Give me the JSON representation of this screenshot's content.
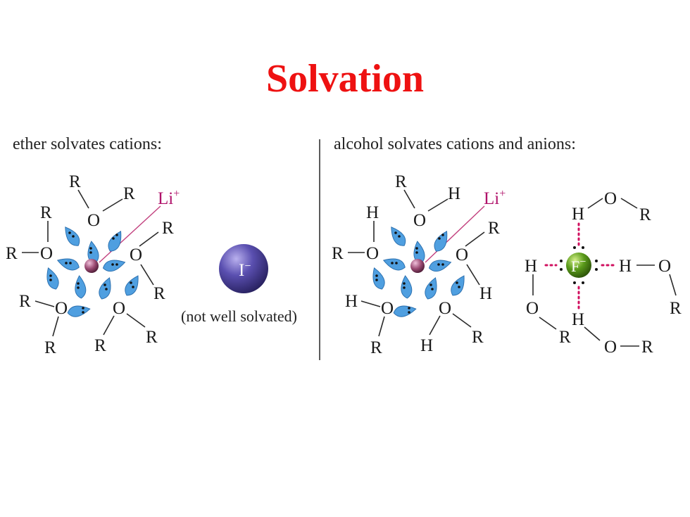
{
  "title": "Solvation",
  "left_panel": {
    "caption": "ether solvates cations:",
    "cation_label": "Li",
    "cation_charge": "+",
    "anion_label": "I",
    "anion_charge": "−",
    "anion_note": "(not well solvated)",
    "alkyl": "R",
    "oxygen": "O"
  },
  "right_panel": {
    "caption": "alcohol solvates cations and anions:",
    "cation_label": "Li",
    "cation_charge": "+",
    "anion_label": "F",
    "anion_charge": "−",
    "alkyl": "R",
    "oxygen": "O",
    "hydrogen": "H"
  },
  "colors": {
    "title": "#ee1111",
    "cation_label": "#b0126a",
    "lone_pair": "#4f9fe0",
    "iodide": "#4a3f95",
    "fluoride": "#5a9a1a",
    "lithium": "#9a4a72",
    "hydrogen_bond": "#d0105f"
  }
}
